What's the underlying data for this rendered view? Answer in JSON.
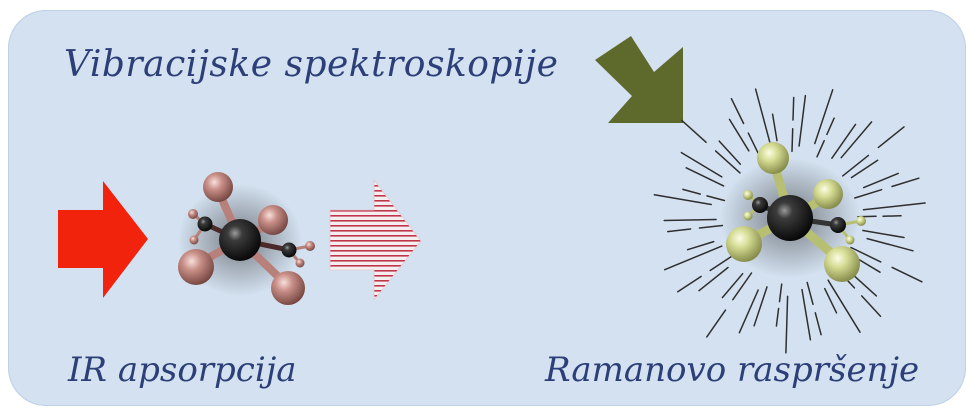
{
  "title": "Vibracijske spektroskopije",
  "ir": {
    "label": "IR apsorpcija"
  },
  "raman": {
    "label": "Ramanovo raspršenje"
  },
  "colors": {
    "panel_background": "#d3e1f0",
    "text": "#2c3f78",
    "incident_arrow_ir": "#f2230d",
    "transmitted_arrow_stripes": "#c0354a",
    "incident_arrow_raman": "#5e6a2c",
    "molecule_ir_atoms": "#c78a84",
    "molecule_raman_atoms": "#d9e09a",
    "molecule_center": "#1a1a1a",
    "scatter_rays": "#2f2f2f"
  },
  "icons": {
    "ir_incident": "arrow-right-icon",
    "ir_transmitted": "striped-arrow-right-icon",
    "raman_incident": "arrow-down-right-icon",
    "molecule": "molecule-icon",
    "scatter": "scatter-rays-icon"
  }
}
